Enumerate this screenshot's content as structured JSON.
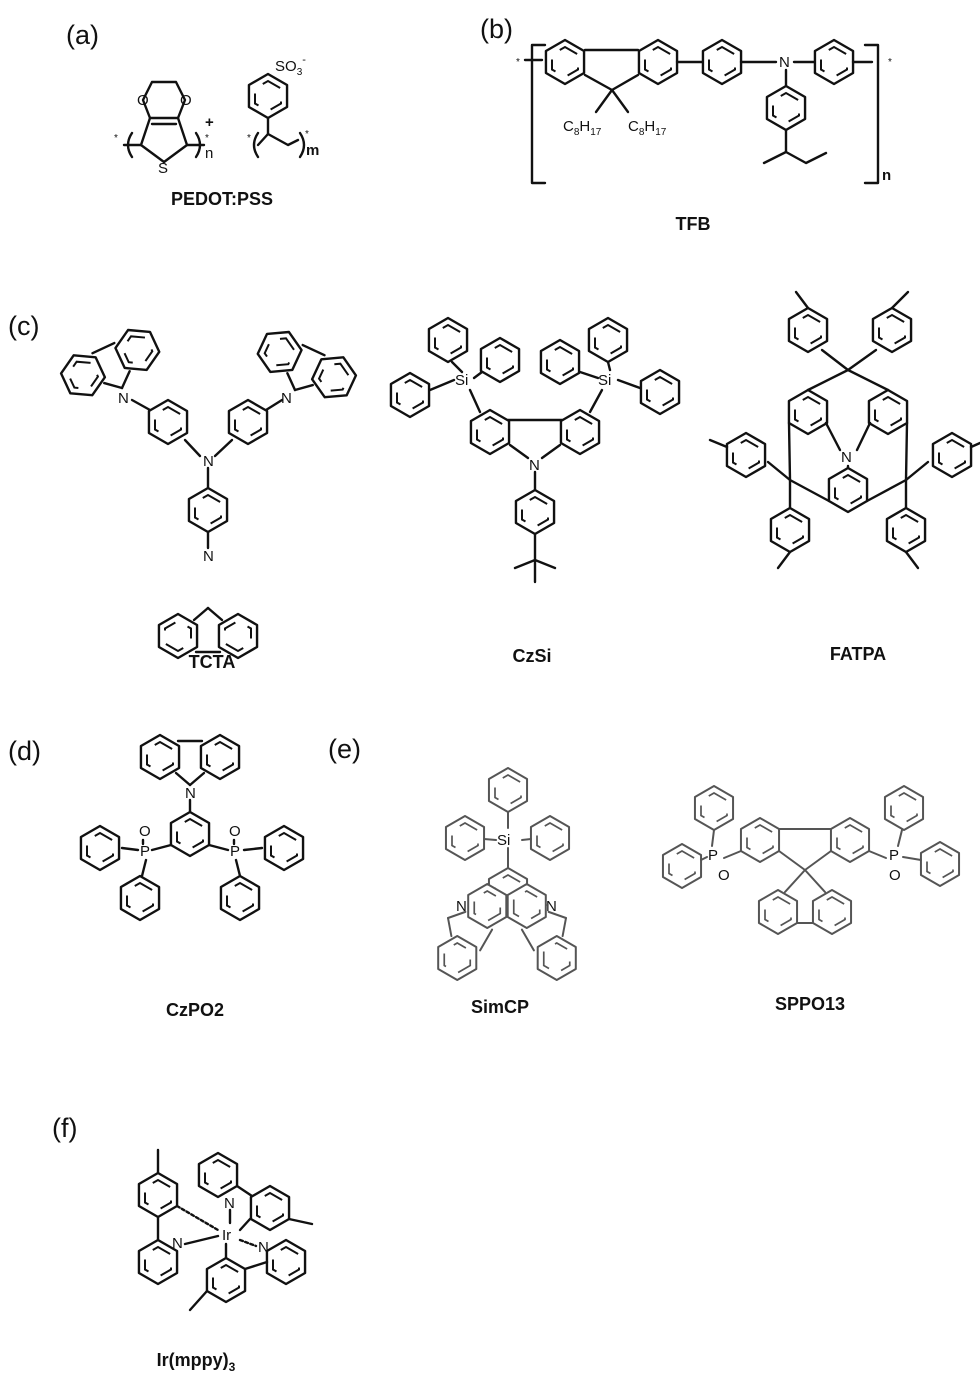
{
  "panels": [
    {
      "id": "a",
      "label": "(a)",
      "compounds": [
        "PEDOT:PSS"
      ]
    },
    {
      "id": "b",
      "label": "(b)",
      "compounds": [
        "TFB"
      ]
    },
    {
      "id": "c",
      "label": "(c)",
      "compounds": [
        "TCTA",
        "CzSi",
        "FATPA"
      ]
    },
    {
      "id": "d",
      "label": "(d)",
      "compounds": [
        "CzPO2"
      ]
    },
    {
      "id": "e",
      "label": "(e)",
      "compounds": [
        "SimCP",
        "SPPO13"
      ]
    },
    {
      "id": "f",
      "label": "(f)",
      "compounds": [
        "Ir(mppy)"
      ]
    }
  ],
  "atom_labels": {
    "oxygen": "O",
    "sulfur": "S",
    "nitrogen": "N",
    "silicon": "Si",
    "phosphorus": "P",
    "iridium": "Ir",
    "plus": "+",
    "star": "*",
    "n": "n",
    "m": "m",
    "sulfonate": "SO",
    "sulfonate_sub": "3",
    "sulfonate_sup": "-",
    "alkyl": "C",
    "alkyl_sub1": "8",
    "alkyl_mid": "H",
    "alkyl_sub2": "17",
    "ir_sub": "3"
  }
}
